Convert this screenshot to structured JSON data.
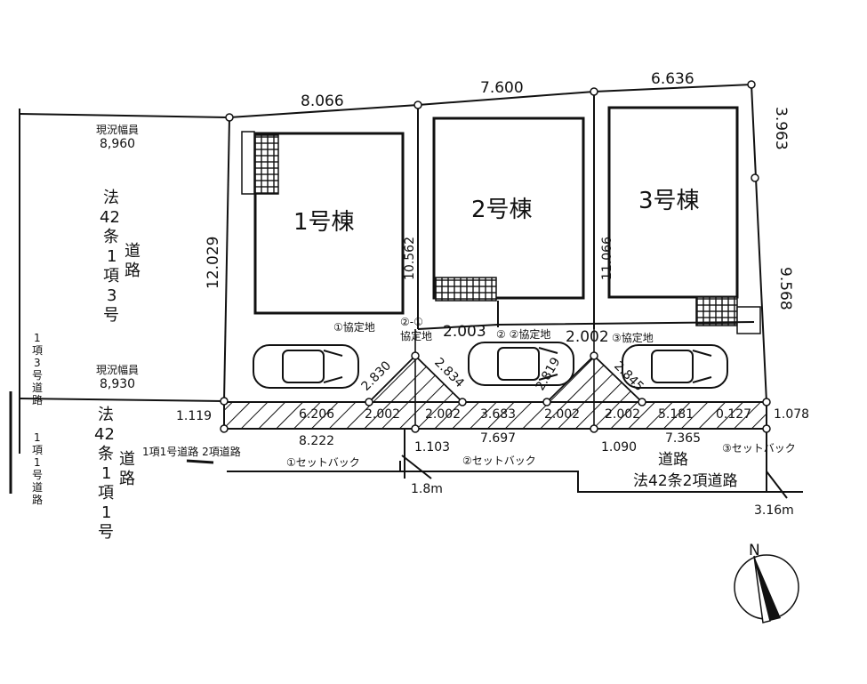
{
  "buildings": [
    {
      "label": "1号棟"
    },
    {
      "label": "2号棟"
    },
    {
      "label": "3号棟"
    }
  ],
  "dimensions": {
    "top_1": "8.066",
    "top_2": "7.600",
    "top_3": "6.636",
    "right_upper": "3.963",
    "right_lower": "9.568",
    "left_depth": "12.029",
    "div_1_2": "10.562",
    "div_2_3": "11.066",
    "diag_a": "2.830",
    "diag_b": "2.834",
    "diag_c": "2.819",
    "diag_d": "2.845",
    "mid_a": "2.003",
    "mid_b": "2.002",
    "front_left": "1.119",
    "front_1": "6.206",
    "front_2": "2.002",
    "front_3": "2.002",
    "front_4": "3.683",
    "front_5": "2.002",
    "front_6": "2.002",
    "front_7": "5.181",
    "front_8": "0.127",
    "front_right": "1.078",
    "road_1": "8.222",
    "road_2": "1.103",
    "road_3": "7.697",
    "road_4": "1.090",
    "road_5": "7.365"
  },
  "labels": {
    "kyotei_1": "①協定地",
    "kyotei_2a": "②-①",
    "kyotei_2b": "協定地",
    "kyotei_3": "② ②協定地",
    "kyotei_4": "③協定地",
    "setback_1": "①セットバック",
    "setback_2": "②セットバック",
    "setback_3": "③セットバック",
    "road_width_top_title": "現況幅員",
    "road_width_top_value": "8,960",
    "road_width_bottom_title": "現況幅員",
    "road_width_bottom_value": "8,930",
    "road_type_line": "1項1号道路  2項道路",
    "road_south_a": "道路",
    "road_south_b": "法42条2項道路",
    "width_18": "1.8m",
    "width_316": "3.16m",
    "north": "N"
  },
  "left_road_upper_lines": [
    "法",
    "42",
    "条",
    "1",
    "項",
    "3",
    "号"
  ],
  "left_road_upper_road": [
    "道",
    "路"
  ],
  "left_road_lower_lines": [
    "法",
    "42",
    "条",
    "1",
    "項",
    "1",
    "号"
  ],
  "left_road_lower_road": [
    "道",
    "路"
  ],
  "edge_text_upper": [
    "1",
    "項",
    "3",
    "号",
    "道",
    "路"
  ],
  "edge_text_lower": [
    "1",
    "項",
    "1",
    "号",
    "道",
    "路"
  ]
}
